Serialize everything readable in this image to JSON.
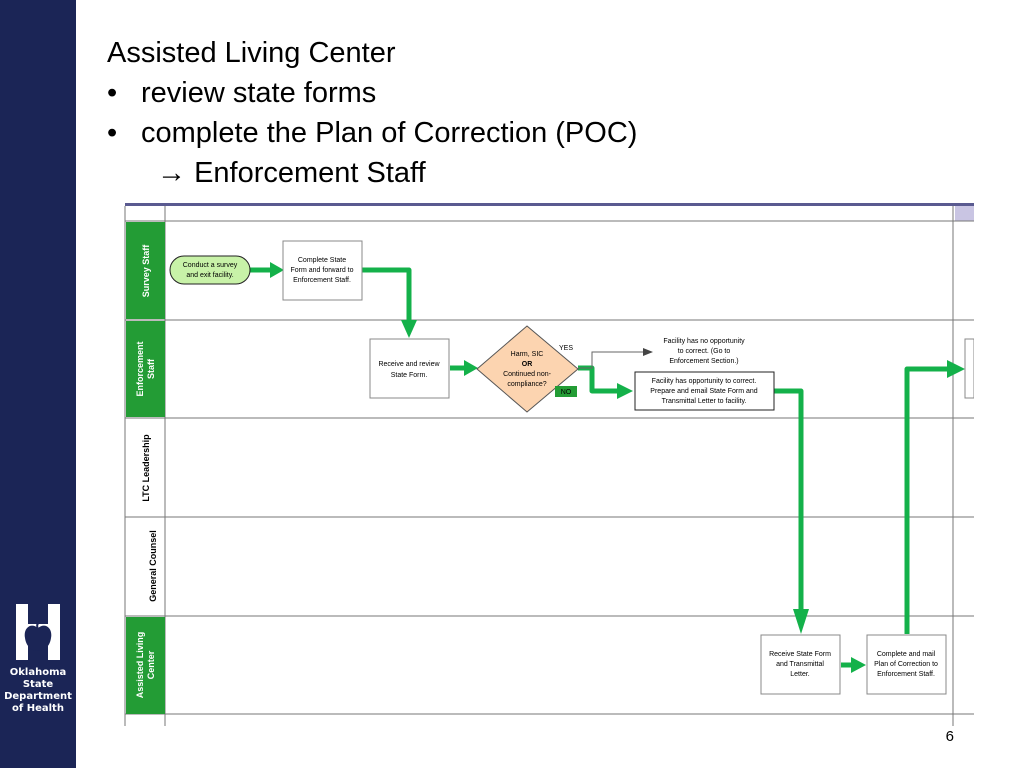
{
  "slide": {
    "title": "Assisted Living Center",
    "bullets": [
      "review state forms",
      "complete the Plan of Correction (POC)"
    ],
    "sub_bullet": "Enforcement Staff",
    "bullet_glyph": "•",
    "arrow_glyph": "→",
    "page_number": "6"
  },
  "logo": {
    "lines": [
      "Oklahoma",
      "State",
      "Department",
      "of Health"
    ],
    "icon": "health-logo-icon"
  },
  "colors": {
    "sidebar": "#1b2556",
    "lane_label": "#239c35",
    "arrow": "#14b14a",
    "decision": "#fcd4b0",
    "start_node": "#c8f2a8",
    "header_band": "#5a5a90"
  },
  "diagram": {
    "lanes": [
      "Survey Staff",
      "Enforcement Staff",
      "LTC Leadership",
      "General Counsel",
      "Assisted Living Center"
    ],
    "start": [
      "Conduct a survey",
      "and exit facility."
    ],
    "nodes": {
      "complete_form": [
        "Complete State",
        "Form and forward to",
        "Enforcement Staff."
      ],
      "receive_review": [
        "Receive and review",
        "State Form."
      ],
      "decision": [
        "Harm, SIC",
        "OR",
        "Continued non-",
        "compliance?"
      ],
      "no_opportunity": [
        "Facility has no opportunity",
        "to correct.  (Go to",
        "Enforcement Section.)"
      ],
      "opportunity": [
        "Facility has opportunity to correct.",
        "Prepare and email State Form and",
        "Transmittal Letter to facility."
      ],
      "receive_form": [
        "Receive State Form",
        "and Transmittal",
        "Letter."
      ],
      "complete_mail": [
        "Complete and mail",
        "Plan of Correction to",
        "Enforcement Staff."
      ]
    },
    "yes_label": "YES",
    "no_label": "NO"
  }
}
